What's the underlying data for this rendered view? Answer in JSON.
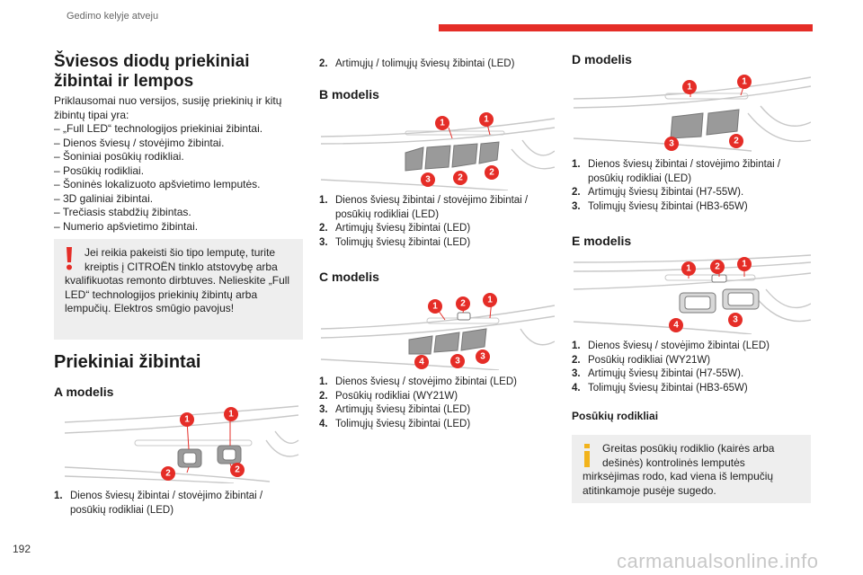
{
  "header": {
    "section_title": "Gedimo kelyje atveju",
    "accent_color": "#e52d27"
  },
  "page_number": "192",
  "watermark": "carmanualsonline.info",
  "col1": {
    "title": "Šviesos diodų priekiniai žibintai ir lempos",
    "intro": "Priklausomai nuo versijos, susiję priekinių ir kitų žibintų tipai yra:",
    "bullets": [
      "– „Full LED“ technologijos priekiniai žibintai.",
      "– Dienos šviesų / stovėjimo žibintai.",
      "– Šoniniai posūkių rodikliai.",
      "– Posūkių rodikliai.",
      "– Šoninės lokalizuoto apšvietimo lemputės.",
      "– 3D galiniai žibintai.",
      "– Trečiasis stabdžių žibintas.",
      "– Numerio apšvietimo žibintai."
    ],
    "warning": {
      "icon": "exclamation-icon",
      "line1": "Jei reikia pakeisti šio tipo lemputę, turite",
      "line2": "kreiptis į CITROËN tinklo atstovybę arba",
      "rest": "kvalifikuotas remonto dirbtuves. Nelieskite „Full LED“ technologijos priekinių žibintų arba lempučių. Elektros smūgio pavojus!"
    },
    "section_title": "Priekiniai žibintai",
    "model_a": {
      "title": "A modelis",
      "callouts": [
        "1",
        "1",
        "2",
        "2"
      ],
      "items": [
        {
          "num": "1.",
          "text": "Dienos šviesų žibintai / stovėjimo žibintai / posūkių rodikliai (LED)"
        }
      ]
    }
  },
  "col2": {
    "item2": {
      "num": "2.",
      "text": "Artimųjų / tolimųjų šviesų žibintai (LED)"
    },
    "model_b": {
      "title": "B modelis",
      "callouts": [
        "1",
        "1",
        "3",
        "2",
        "2"
      ],
      "items": [
        {
          "num": "1.",
          "text": "Dienos šviesų žibintai / stovėjimo žibintai / posūkių rodikliai (LED)"
        },
        {
          "num": "2.",
          "text": "Artimųjų šviesų žibintai (LED)"
        },
        {
          "num": "3.",
          "text": "Tolimųjų šviesų žibintai (LED)"
        }
      ]
    },
    "model_c": {
      "title": "C modelis",
      "callouts": [
        "1",
        "2",
        "1",
        "4",
        "3",
        "3"
      ],
      "items": [
        {
          "num": "1.",
          "text": "Dienos šviesų / stovėjimo žibintai (LED)"
        },
        {
          "num": "2.",
          "text": "Posūkių rodikliai (WY21W)"
        },
        {
          "num": "3.",
          "text": "Artimųjų šviesų žibintai (LED)"
        },
        {
          "num": "4.",
          "text": "Tolimųjų šviesų žibintai (LED)"
        }
      ]
    }
  },
  "col3": {
    "model_d": {
      "title": "D modelis",
      "callouts": [
        "1",
        "1",
        "3",
        "2"
      ],
      "items": [
        {
          "num": "1.",
          "text": "Dienos šviesų žibintai / stovėjimo žibintai / posūkių rodikliai (LED)"
        },
        {
          "num": "2.",
          "text": "Artimųjų šviesų žibintai (H7-55W)."
        },
        {
          "num": "3.",
          "text": "Tolimųjų šviesų žibintai (HB3-65W)"
        }
      ]
    },
    "model_e": {
      "title": "E modelis",
      "callouts": [
        "1",
        "2",
        "1",
        "4",
        "3"
      ],
      "items": [
        {
          "num": "1.",
          "text": "Dienos šviesų / stovėjimo žibintai (LED)"
        },
        {
          "num": "2.",
          "text": "Posūkių rodikliai (WY21W)"
        },
        {
          "num": "3.",
          "text": "Artimųjų šviesų žibintai (H7-55W)."
        },
        {
          "num": "4.",
          "text": "Tolimųjų šviesų žibintai (HB3-65W)"
        }
      ]
    },
    "turn_title": "Posūkių rodikliai",
    "info": {
      "icon": "info-icon",
      "line1": "Greitas posūkių rodiklio (kairės arba",
      "line2": "dešinės) kontrolinės lemputės",
      "rest": "mirksėjimas rodo, kad viena iš lempučių atitinkamoje pusėje sugedo."
    }
  }
}
